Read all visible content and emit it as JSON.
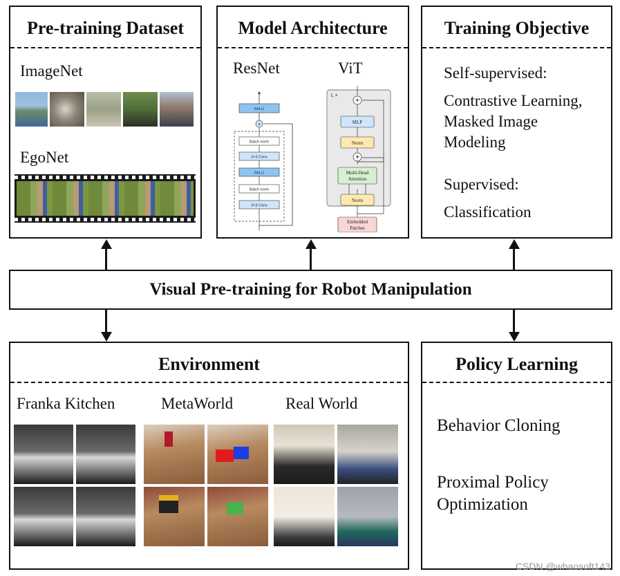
{
  "pretraining": {
    "title": "Pre-training Dataset",
    "imagenet_label": "ImageNet",
    "egonet_label": "EgoNet"
  },
  "architecture": {
    "title": "Model Architecture",
    "resnet_label": "ResNet",
    "vit_label": "ViT",
    "resnet_blocks": [
      "ReLU",
      "Batch norm",
      "3×3 Conv",
      "ReLU",
      "Batch norm",
      "3×3 Conv"
    ],
    "vit_blocks": {
      "lx": "L ×",
      "mlp": "MLP",
      "norm_top": "Norm",
      "mha_line1": "Multi-Head",
      "mha_line2": "Attention",
      "norm_bottom": "Norm",
      "embedded_line1": "Embedded",
      "embedded_line2": "Patches",
      "plus": "+"
    }
  },
  "objective": {
    "title": "Training Objective",
    "self_supervised": "Self-supervised:",
    "ssl_line1": "Contrastive Learning,",
    "ssl_line2": "Masked Image",
    "ssl_line3": "Modeling",
    "supervised": "Supervised:",
    "classification": "Classification"
  },
  "center": {
    "title": "Visual Pre-training for Robot Manipulation"
  },
  "environment": {
    "title": "Environment",
    "franka": "Franka Kitchen",
    "metaworld": "MetaWorld",
    "realworld": "Real World"
  },
  "policy": {
    "title": "Policy Learning",
    "behavior_cloning": "Behavior Cloning",
    "ppo_line1": "Proximal Policy",
    "ppo_line2": "Optimization"
  },
  "watermark": "CSDN @whaosoft143",
  "colors": {
    "resnet_relu": "#8fc3f2",
    "resnet_conv": "#cfe5fa",
    "vit_norm": "#fde9b0",
    "vit_mlp": "#cfe5fa",
    "vit_attention": "#d5f0cf",
    "vit_embedded": "#f8d6d6",
    "vit_panel": "#e9e9e9"
  }
}
